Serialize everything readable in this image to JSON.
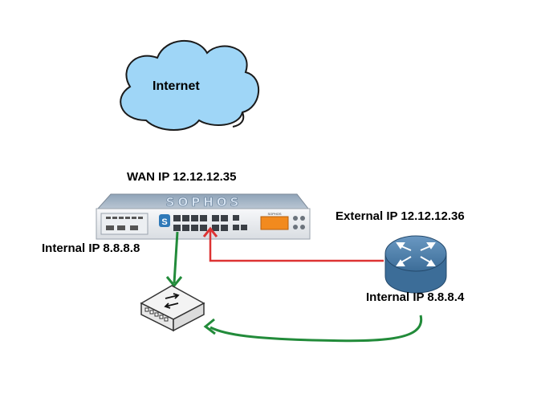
{
  "diagram": {
    "cloud_label": "Internet",
    "wan_ip_label": "WAN IP 12.12.12.35",
    "firewall_brand": "SOPHOS",
    "external_ip_label": "External IP 12.12.12.36",
    "internal_ip_firewall_label": "Internal IP 8.8.8.8",
    "internal_ip_router_label": "Internal IP 8.8.8.4",
    "colors": {
      "cloud_fill": "#9fd6f7",
      "router_fill": "#4d80ad",
      "red_link": "#dd3333",
      "green_link": "#228b3a"
    },
    "icons": [
      "cloud-icon",
      "firewall-appliance",
      "switch-icon",
      "router-icon"
    ]
  }
}
